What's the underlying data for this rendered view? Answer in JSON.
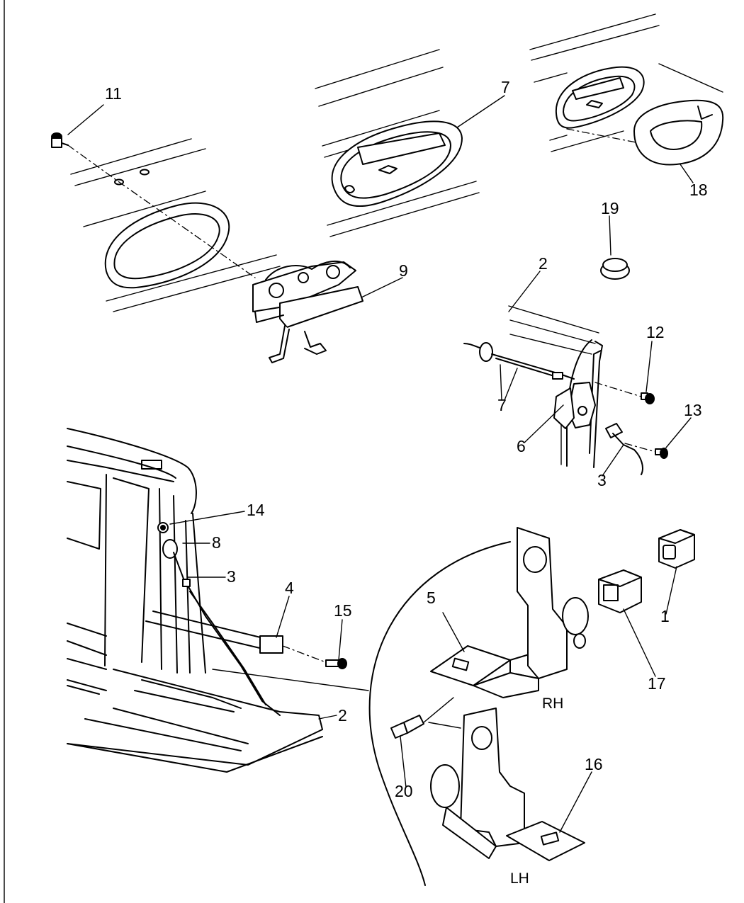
{
  "title": "Tailgate handle, latch and cable assembly",
  "callouts": {
    "c1": "1",
    "c2a": "2",
    "c2b": "2",
    "c3a": "3",
    "c3b": "3",
    "c4": "4",
    "c5": "5",
    "c6": "6",
    "c7a": "7",
    "c7b": "7",
    "c8": "8",
    "c9": "9",
    "c11": "11",
    "c12": "12",
    "c13": "13",
    "c14": "14",
    "c15": "15",
    "c16": "16",
    "c17": "17",
    "c18": "18",
    "c19": "19",
    "c20": "20"
  },
  "side_labels": {
    "rh": "RH",
    "lh": "LH"
  }
}
